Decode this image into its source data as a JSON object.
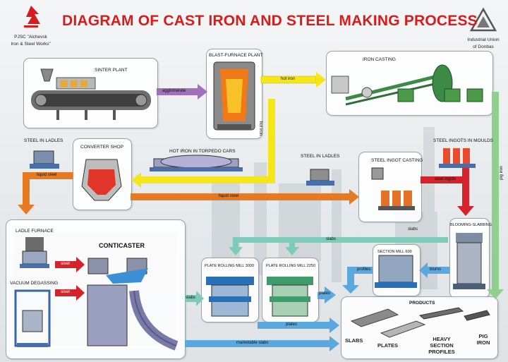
{
  "title": "DIAGRAM OF CAST IRON AND STEEL MAKING PROCESS",
  "logo_left": {
    "line1": "PJSC \"Alchevsk",
    "line2": "Iron & Steel Works\""
  },
  "logo_right": {
    "line1": "Industrial Union",
    "line2": "of Donbas"
  },
  "stages": {
    "sinter_plant": "SINTER PLANT",
    "blast_furnace": "BLAST-FURNACE PLANT",
    "iron_casting": "IRON CASTING",
    "steel_in_ladles_left": "STEEL IN LADLES",
    "converter_shop": "CONVERTER SHOP",
    "hot_iron_torpedo": "HOT IRON IN TORPEDO CARS",
    "steel_in_ladles_mid": "STEEL IN LADLES",
    "steel_ingot_casting": "STEEL INGOT CASTING",
    "steel_ingots_moulds": "STEEL INGOTS IN MOULDS",
    "ladle_furnace": "LADLE FURNACE",
    "vacuum_degassing": "VACUUM DEGASSING",
    "conticaster": "CONTICASTER",
    "plate_mill_3000": "PLATE ROLLING MILL 3000",
    "plate_mill_2250": "PLATE ROLLING MILL 2250",
    "section_mill_600": "SECTION MILL 600",
    "blooming_slabbing": "BLOOMING-SLABBING",
    "products": "PRODUCTS"
  },
  "flows": {
    "agglomerate": "agglomerate",
    "hot_iron_1": "hot iron",
    "hot_iron_2": "hot iron",
    "liquid_steel_1": "liquid steel",
    "liquid_steel_2": "liquid steel",
    "steel_ingots": "steel ingots",
    "pig_iron": "pig iron",
    "steel_1": "steel",
    "steel_2": "steel",
    "slabs_top": "slabs",
    "slabs_mid": "slabs",
    "slabs_right": "slabs",
    "plates_1": "plates",
    "plates_2": "plates",
    "profiles": "profiles",
    "blums": "blums",
    "marketable_slabs": "marketable slabs"
  },
  "products": [
    "SLABS",
    "PLATES",
    "HEAVY SECTION PROFILES",
    "PIG IRON"
  ],
  "colors": {
    "title": "#d81c1c",
    "flow_purple": "#a070b8",
    "flow_yellow": "#f4e61a",
    "flow_orange": "#e67a22",
    "flow_teal": "#7fcab9",
    "flow_blue": "#5aa8dd",
    "flow_red": "#d4232a",
    "flow_green": "#8fd08f"
  }
}
